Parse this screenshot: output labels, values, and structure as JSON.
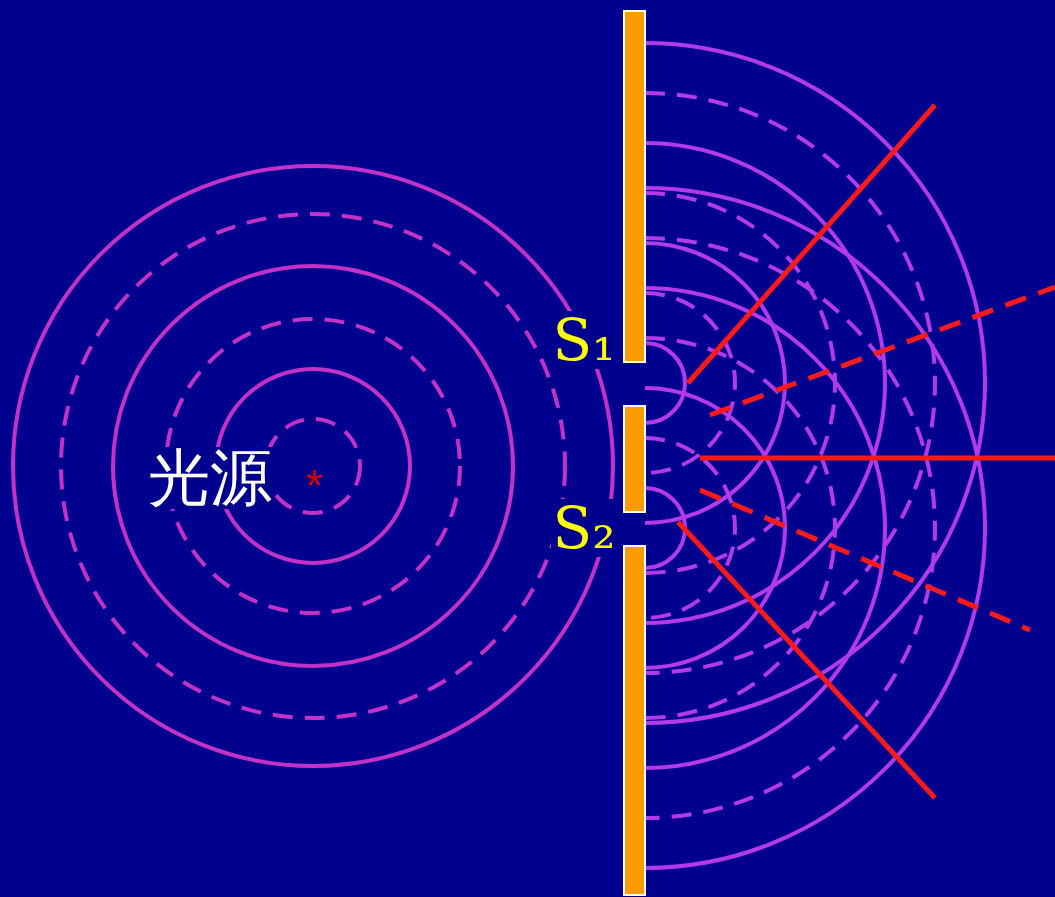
{
  "diagram": {
    "labels": [
      "光源",
      "*",
      "S₁",
      "S₂"
    ]
  }
}
